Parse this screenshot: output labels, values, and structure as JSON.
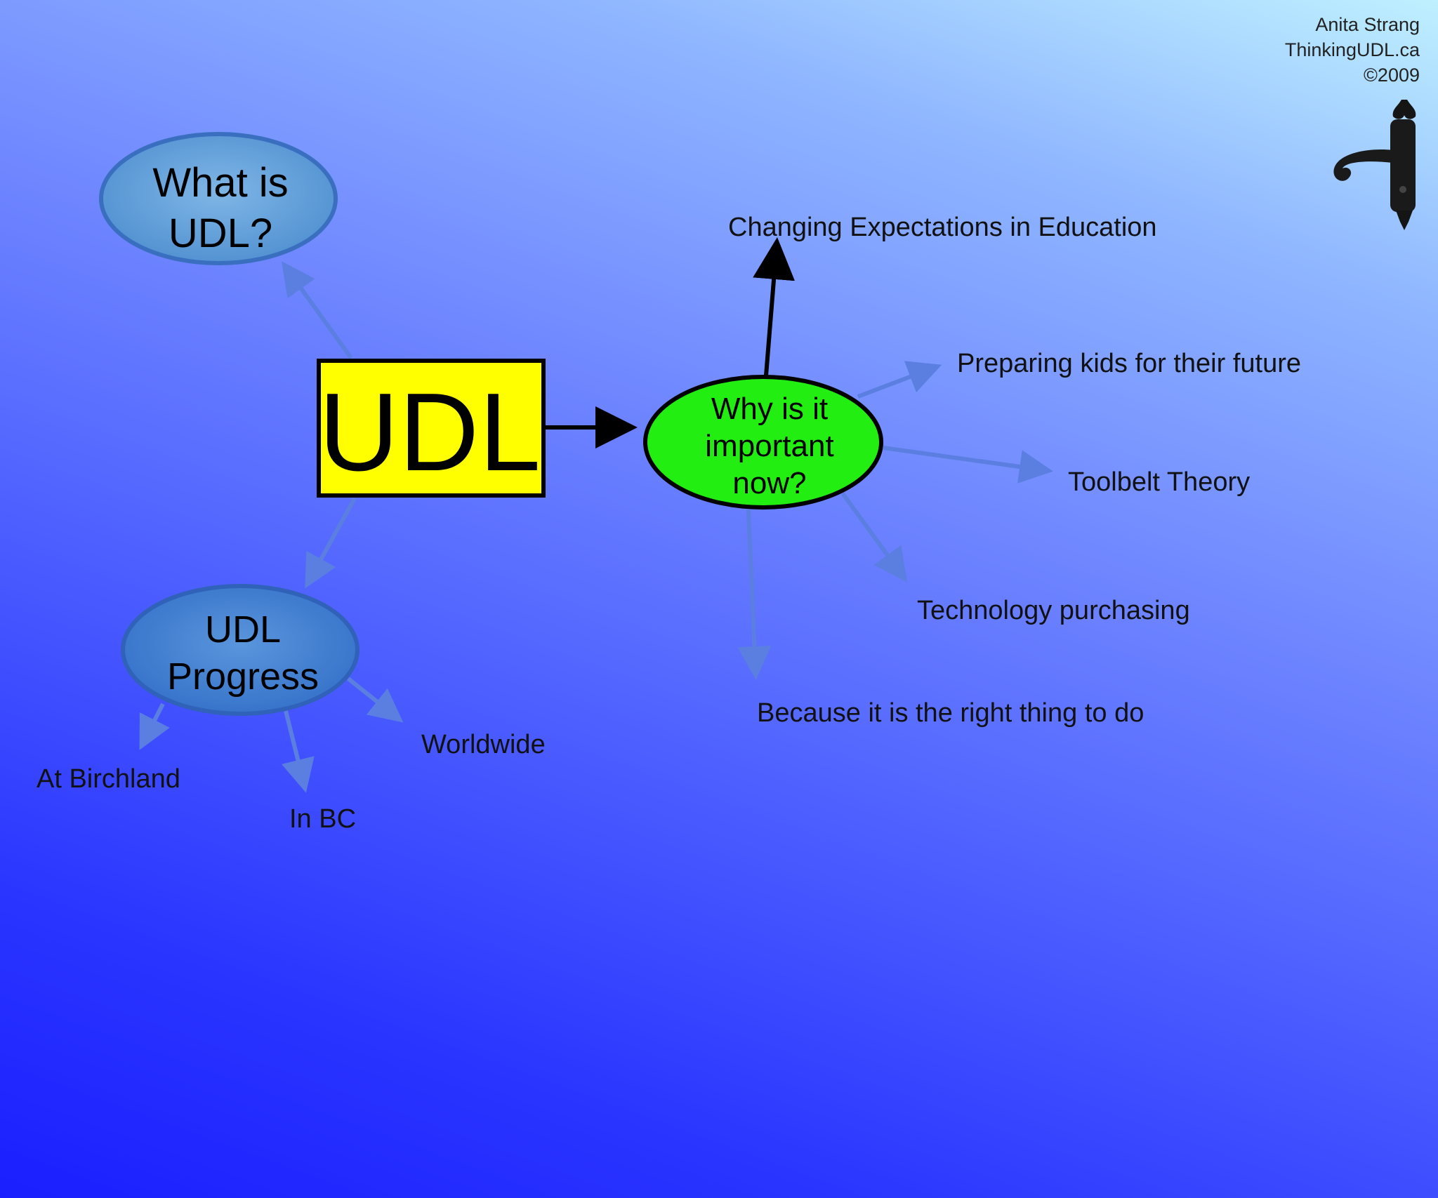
{
  "credit": {
    "author": "Anita Strang",
    "site": "ThinkingUDL.ca",
    "copyright": "©2009"
  },
  "center": {
    "label": "UDL",
    "fill": "#ffff00"
  },
  "what_is": {
    "line1": "What is",
    "line2": "UDL?",
    "fill": "#5b9bd5"
  },
  "progress": {
    "line1": "UDL",
    "line2": "Progress",
    "fill": "#3f7fd0",
    "children": [
      "At Birchland",
      "In BC",
      "Worldwide"
    ]
  },
  "why": {
    "line1": "Why is it",
    "line2": "important",
    "line3": "now?",
    "fill": "#22ee11",
    "children": [
      "Changing Expectations in Education",
      "Preparing kids for their future",
      "Toolbelt Theory",
      "Technology purchasing",
      "Because it is the right thing to do"
    ]
  },
  "icon": "door-handle-icon"
}
